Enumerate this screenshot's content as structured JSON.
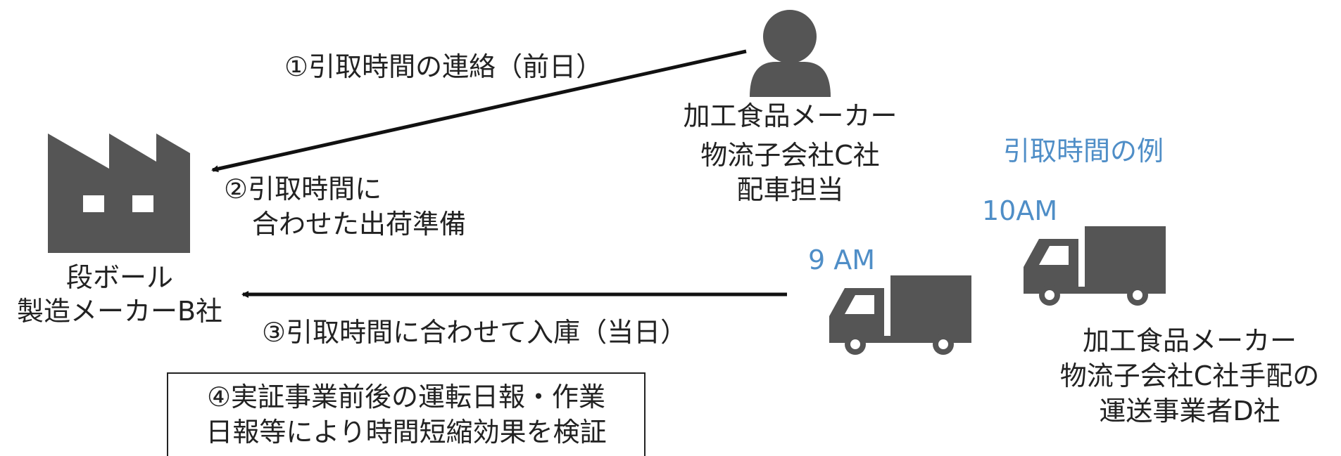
{
  "colors": {
    "icon": "#555555",
    "text": "#222222",
    "accent_blue": "#4f8ec7"
  },
  "icons": [
    "factory-icon",
    "person-icon",
    "truck-icon"
  ],
  "arrow1": {
    "label": "①引取時間の連絡（前日）"
  },
  "arrow2": {
    "line1": "②引取時間に",
    "line2": "合わせた出荷準備"
  },
  "arrow3": {
    "label": "③引取時間に合わせて入庫（当日）"
  },
  "factory": {
    "line1": "段ボール",
    "line2": "製造メーカーB社"
  },
  "person": {
    "line1": "加工食品メーカー",
    "line2": "物流子会社C社",
    "line3": "配車担当"
  },
  "pickup": {
    "title": "引取時間の例",
    "time_10": "10AM",
    "time_9": "9 AM"
  },
  "carrier": {
    "line1": "加工食品メーカー",
    "line2": "物流子会社C社手配の",
    "line3": "運送事業者D社"
  },
  "verification": {
    "line1": "④実証事業前後の運転日報・作業",
    "line2": "日報等により時間短縮効果を検証"
  }
}
